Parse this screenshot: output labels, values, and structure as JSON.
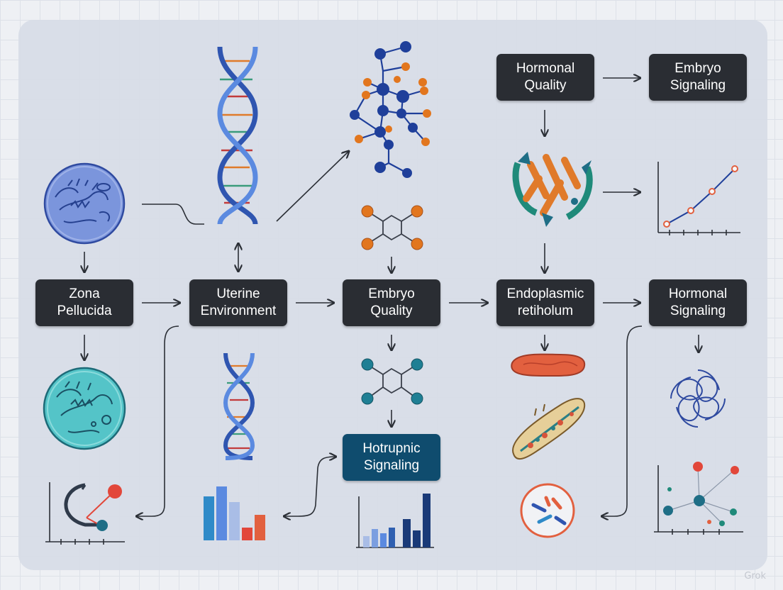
{
  "nodes": {
    "zona_pellucida": "Zona\nPellucida",
    "uterine_environment": "Uterine\nEnvironment",
    "embryo_quality_mid": "Embryo\nQuality",
    "endoplasmic": "Endoplasmic\nretiholum",
    "hormonal_signaling": "Hormonal\nSignaling",
    "hormonal_quality": "Hormonal\nQuality",
    "embryo_signaling": "Embryo\nSignaling",
    "hotrupnic_signaling": "Hotrupnic\nSignaling"
  },
  "colors": {
    "node_dark": "#2a2d33",
    "node_accent": "#0f4c6e",
    "arrow": "#2b2f36",
    "dna_blue": "#3a63b8",
    "molecule_blue": "#1f3f9a",
    "molecule_orange": "#e2761e",
    "teal": "#1f8a92",
    "red": "#e2473a"
  },
  "icons": [
    "cell-blue-icon",
    "cell-teal-icon",
    "dna-helix-icon",
    "dna-helix-small-icon",
    "molecule-network-icon",
    "molecule-hexagon-orange-icon",
    "molecule-hexagon-teal-icon",
    "protein-ribbon-icon",
    "red-blood-cell-icon",
    "mitochondrion-icon",
    "cell-division-icon",
    "knot-symbol-icon",
    "line-chart-icon",
    "bar-chart-icon",
    "bar-chart-navy-icon",
    "scatter-network-icon",
    "pendulum-chart-icon"
  ],
  "watermark": "Grok"
}
